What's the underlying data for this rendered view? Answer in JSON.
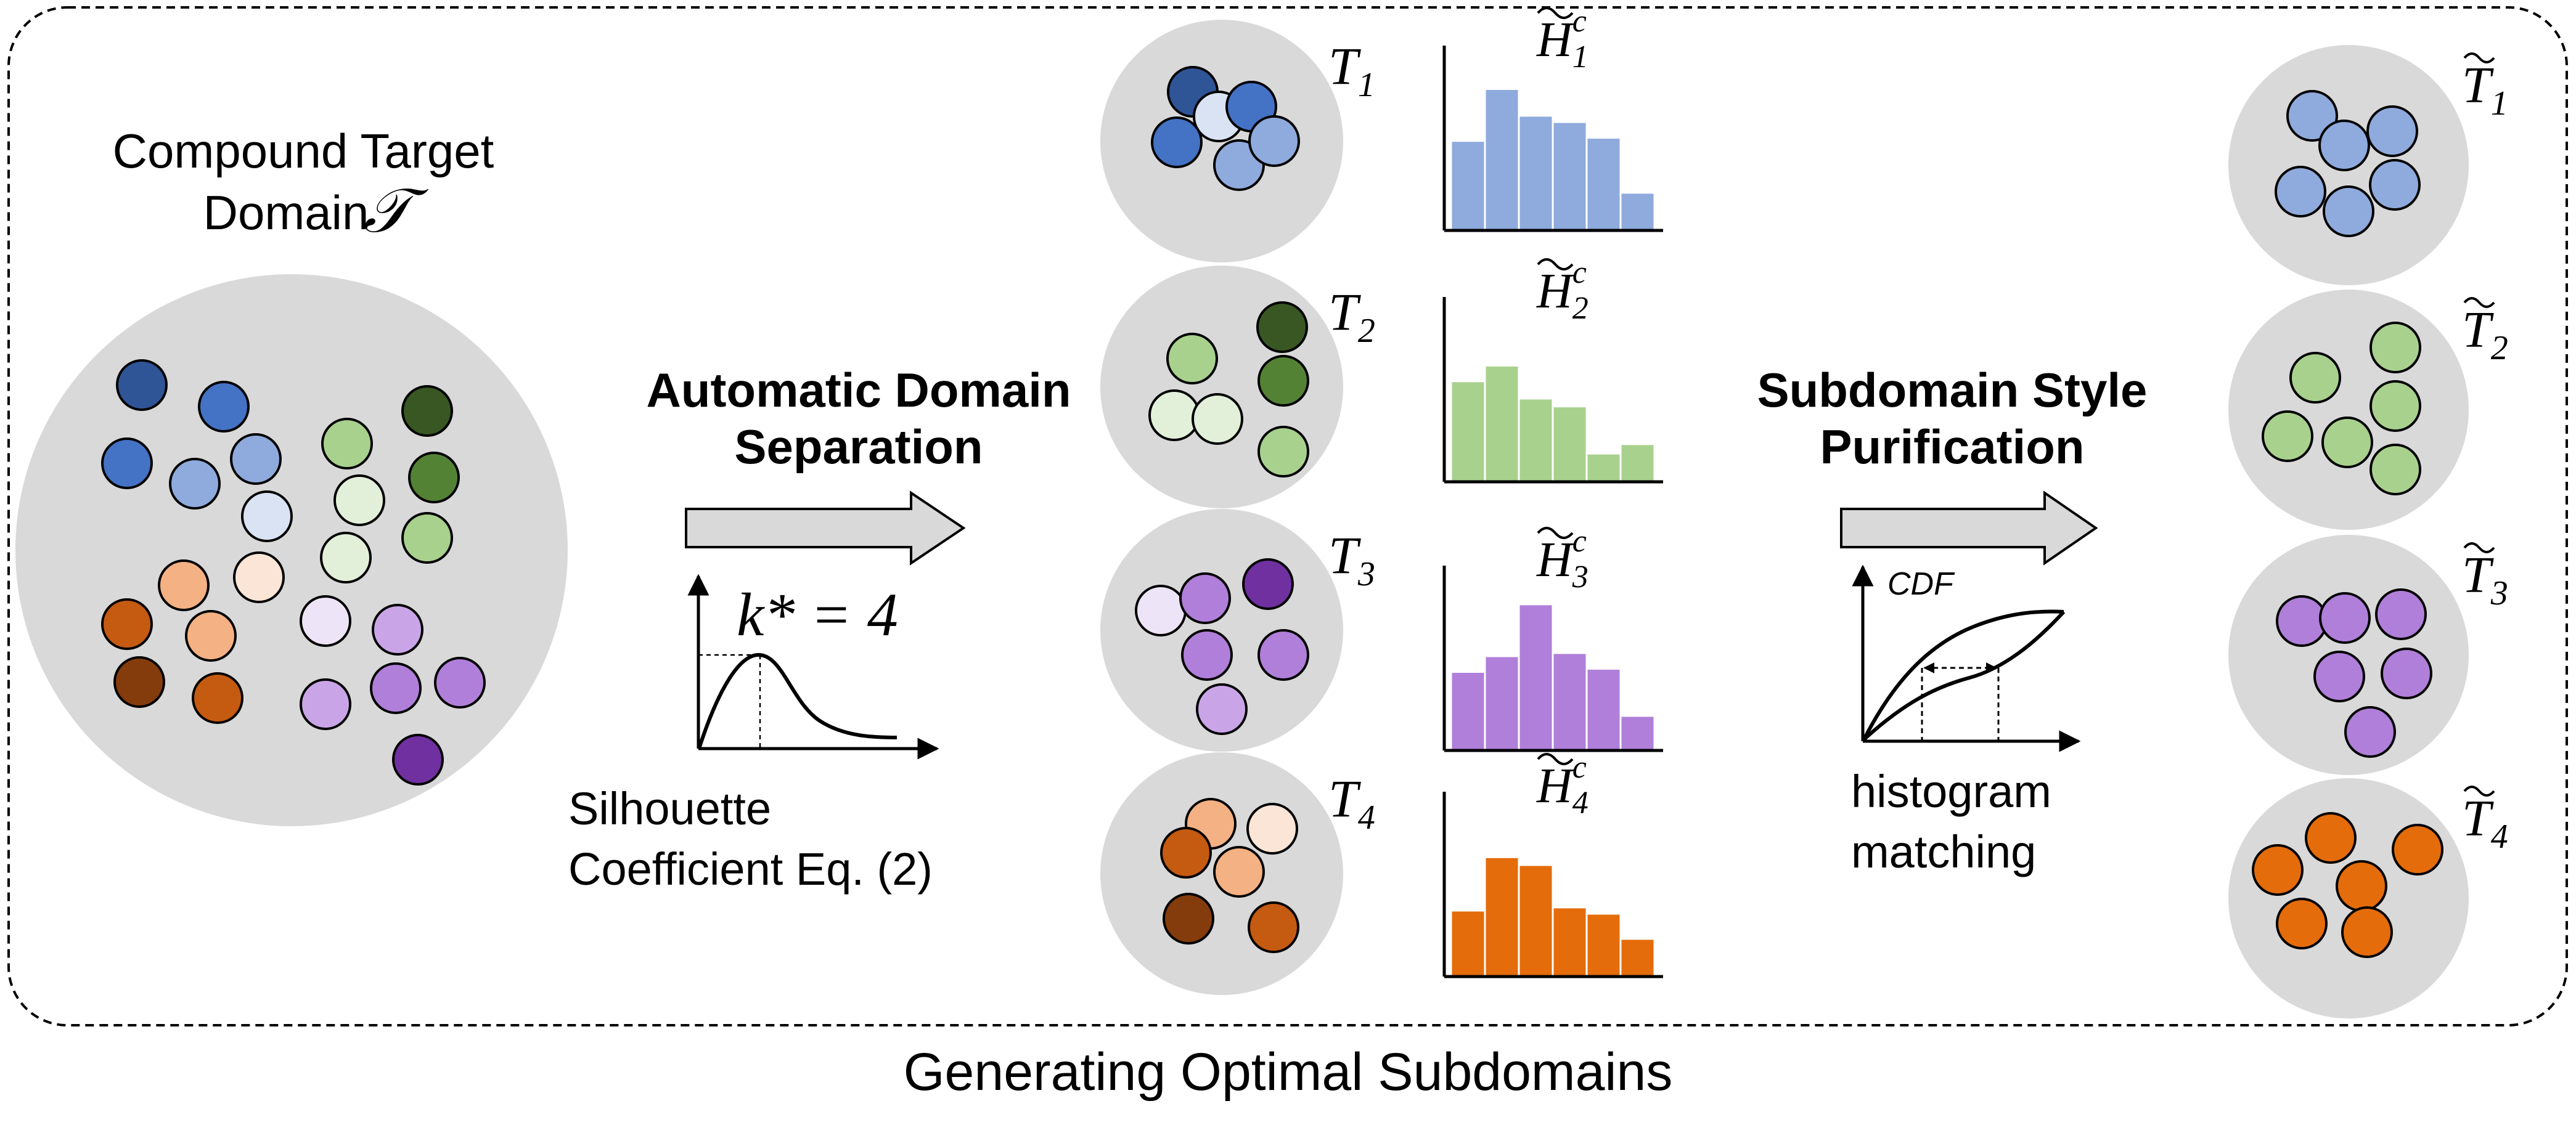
{
  "caption": "Generating Optimal Subdomains",
  "compound": {
    "line1": "Compound Target",
    "line2": "Domain",
    "symbol": "𝒯"
  },
  "step1": {
    "title_line1": "Automatic Domain",
    "title_line2": "Separation",
    "k_label": "k* = 4",
    "method_line1": "Silhouette",
    "method_line2": "Coefficient Eq. (2)"
  },
  "step2": {
    "title_line1": "Subdomain Style",
    "title_line2": "Purification",
    "cdf_label": "CDF",
    "method_line1": "histogram",
    "method_line2": "matching"
  },
  "subdomains": [
    {
      "name": "T",
      "sub": "1",
      "hist_label": "H",
      "hist_sub": "1",
      "hist_sup": "c",
      "purified_name": "T",
      "purified_sub": "1",
      "hist_values": [
        5.7,
        9.0,
        7.3,
        6.9,
        5.9,
        2.4
      ]
    },
    {
      "name": "T",
      "sub": "2",
      "hist_label": "H",
      "hist_sub": "2",
      "hist_sup": "c",
      "purified_name": "T",
      "purified_sub": "2",
      "hist_values": [
        6.4,
        7.4,
        5.3,
        4.8,
        1.8,
        2.4
      ]
    },
    {
      "name": "T",
      "sub": "3",
      "hist_label": "H",
      "hist_sub": "3",
      "hist_sup": "c",
      "purified_name": "T",
      "purified_sub": "3",
      "hist_values": [
        5.0,
        6.0,
        9.3,
        6.2,
        5.2,
        2.2
      ]
    },
    {
      "name": "T",
      "sub": "4",
      "hist_label": "H",
      "hist_sub": "4",
      "hist_sup": "c",
      "purified_name": "T",
      "purified_sub": "4",
      "hist_values": [
        4.2,
        7.6,
        7.1,
        4.4,
        4.0,
        2.4
      ]
    }
  ],
  "colors": {
    "blue_family": [
      "#2f5597",
      "#4472c4",
      "#8faadc",
      "#dae3f3"
    ],
    "green_family": [
      "#385723",
      "#548235",
      "#a9d18e",
      "#e2f0d9"
    ],
    "purple_family": [
      "#7030a0",
      "#b07fd9",
      "#c9a5e8",
      "#eee4f7"
    ],
    "orange_family": [
      "#843c0c",
      "#c55a11",
      "#f4b183",
      "#fbe5d6"
    ],
    "hist_blue": "#8faadc",
    "hist_green": "#a9d18e",
    "hist_purple": "#b07fd9",
    "hist_orange": "#e46c0a",
    "domain_fill": "#d9d9d9",
    "arrow_fill": "#d9d9d9"
  }
}
